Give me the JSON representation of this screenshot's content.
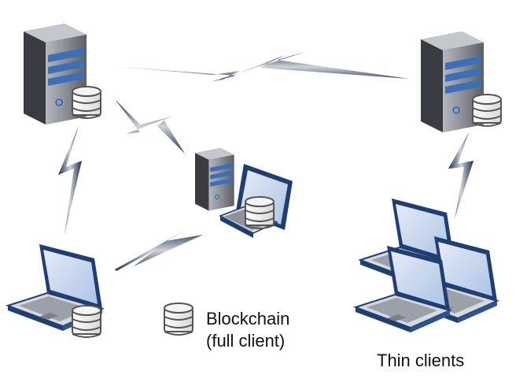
{
  "legend": {
    "line1": "Blockchain",
    "line2": "(full client)",
    "icon": "database-icon"
  },
  "thin_clients_label": "Thin clients",
  "colors": {
    "server_dark": "#4a4d54",
    "server_light": "#9a9da4",
    "server_stripe": "#3b6fb6",
    "laptop_screen": "#c9d8f0",
    "laptop_frame": "#1f3f73",
    "link_dark": "#1c2d4d",
    "link_light": "#cfd3d8"
  }
}
